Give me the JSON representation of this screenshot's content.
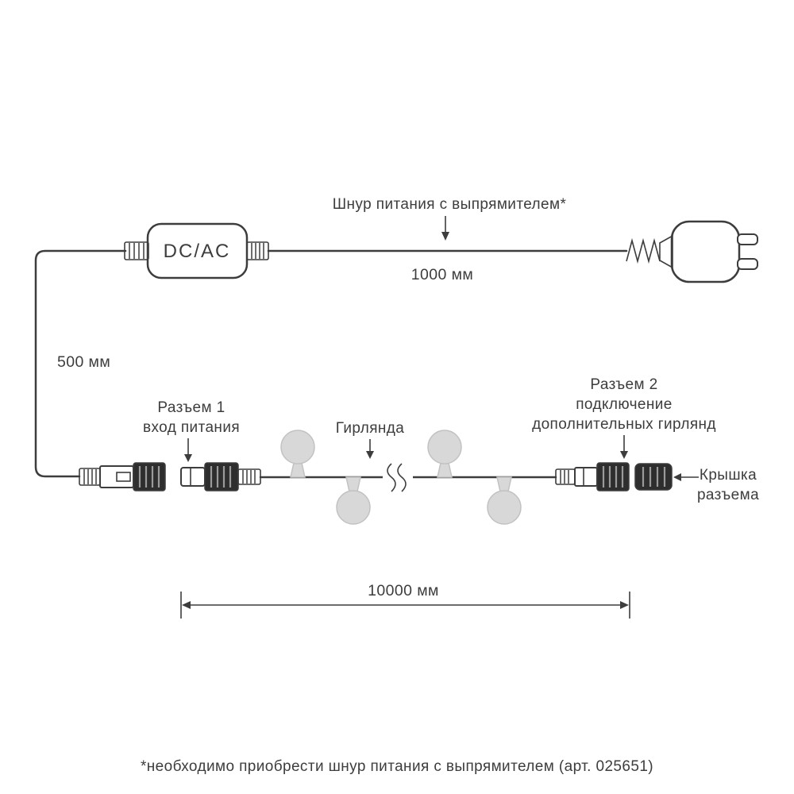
{
  "diagram": {
    "title_label": "Шнур питания с выпрямителем*",
    "cord_length": "1000 мм",
    "drop_length": "500 мм",
    "converter_label": "DC/AC",
    "connector1": {
      "line1": "Разъем 1",
      "line2": "вход питания"
    },
    "garland_label": "Гирлянда",
    "connector2": {
      "line1": "Разъем 2",
      "line2": "подключение",
      "line3": "дополнительных гирлянд"
    },
    "cap": {
      "line1": "Крышка",
      "line2": "разъема"
    },
    "garland_length": "10000 мм",
    "footnote": "*необходимо приобрести шнур питания с выпрямителем (арт. 025651)"
  },
  "colors": {
    "line": "#3d3d3d",
    "text": "#3d3d3d",
    "bg": "#ffffff",
    "bulb-fill": "#d8d8d8",
    "bulb-stroke": "#c2c2c2",
    "connector-fill": "#2e2e2e",
    "ridge": "#9a9a9a"
  }
}
